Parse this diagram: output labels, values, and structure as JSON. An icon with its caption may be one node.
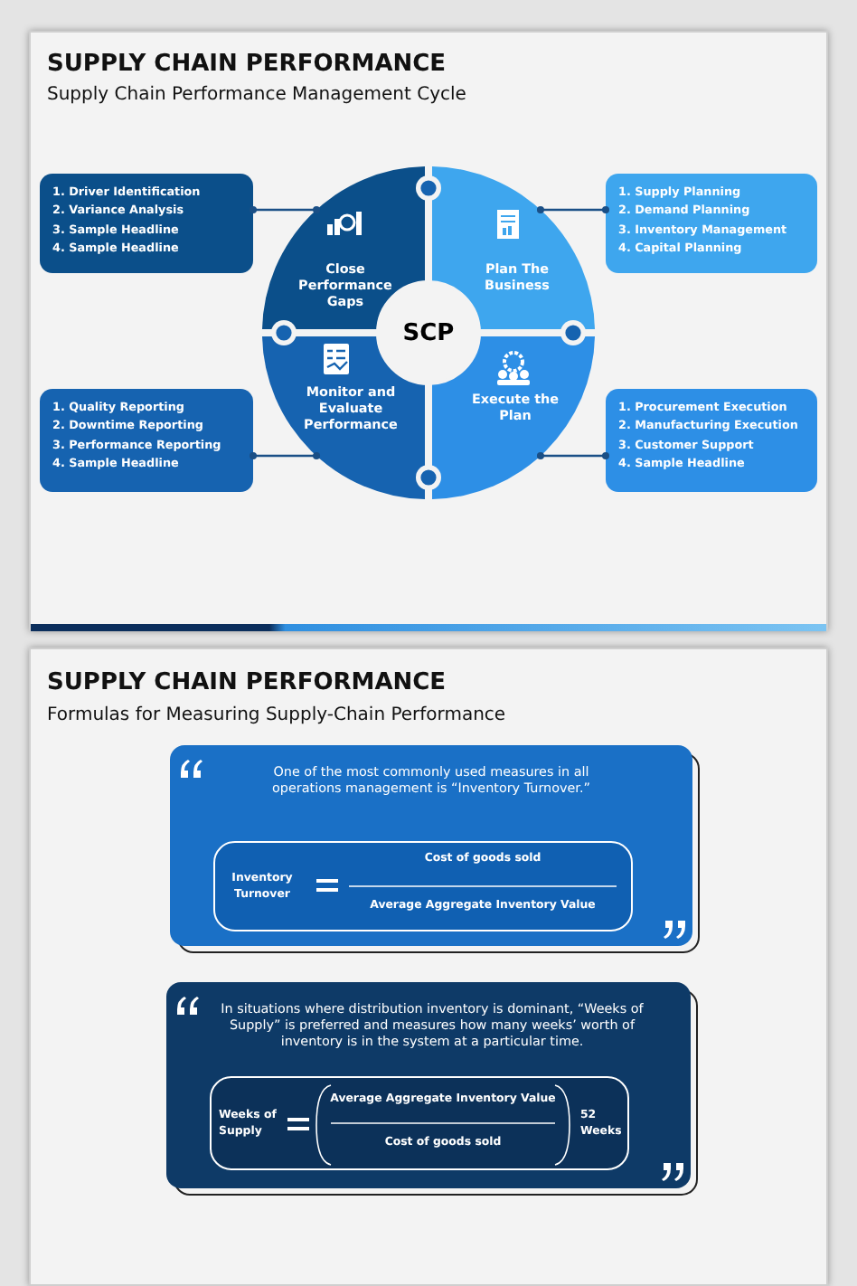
{
  "diagram": {
    "nodes": [
      {
        "text": [
          "1. Driver Identification",
          "2. Variance Analysis",
          "3. Sample Headline",
          "4. Sample Headline"
        ]
      },
      {
        "text": [
          "Close Performance Gaps"
        ]
      },
      {
        "text": [
          "1. Supply Planning",
          "2. Demand Planning",
          "3. Inventory Management",
          "4. Capital Planning"
        ]
      },
      {
        "text": [
          "Plan The Business"
        ]
      },
      {
        "text": [
          "1. Quality Reporting",
          "2. Downtime Reporting",
          "3. Performance Reporting",
          "4. Sample Headline"
        ]
      },
      {
        "text": [
          "Monitor and Evaluate Performance"
        ]
      },
      {
        "text": [
          "1. Procurement Execution",
          "2. Manufacturing Execution",
          "3. Customer Support",
          "4. Sample Headline"
        ]
      },
      {
        "text": [
          "Execute the Plan"
        ]
      },
      {
        "text": [
          "SCP"
        ]
      },
      {
        "text": [
          "One of the most commonly used measures in all operations management is “Inventory Turnover.”"
        ]
      },
      {
        "text": [
          "Inventory Turnover",
          "Cost of goods sold",
          "Average Aggregate Inventory Value"
        ],
        "in": 9
      },
      {
        "text": [
          "In situations where distribution inventory is dominant, “Weeks of Supply” is preferred and measures how many weeks’ worth of inventory is in the system at a particular time."
        ]
      },
      {
        "text": [
          "Weeks of Supply",
          "Average Aggregate Inventory Value",
          "Cost of goods sold",
          "52 Weeks"
        ],
        "in": 11
      }
    ],
    "edges": [
      {
        "from": 0,
        "to": 1,
        "arrow": "other"
      },
      {
        "from": 2,
        "to": 3,
        "arrow": "other"
      },
      {
        "from": 4,
        "to": 5,
        "arrow": "other"
      },
      {
        "from": 6,
        "to": 7,
        "arrow": "other"
      }
    ],
    "labels": [
      "SUPPLY CHAIN PERFORMANCE",
      "Supply Chain Performance Management Cycle",
      "SUPPLY CHAIN PERFORMANCE",
      "Formulas for Measuring Supply-Chain Performance"
    ]
  }
}
